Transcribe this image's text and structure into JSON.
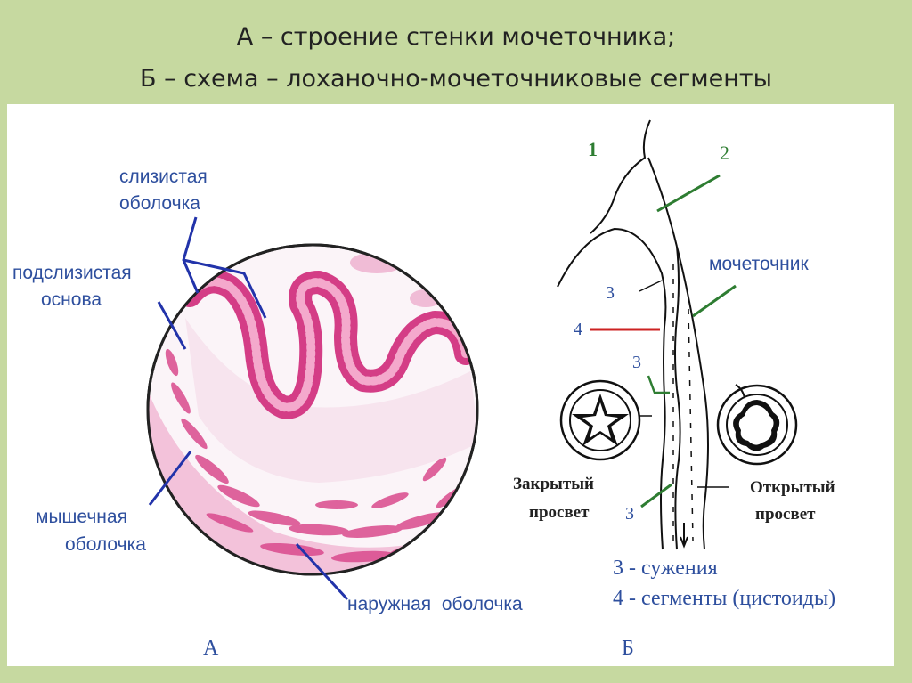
{
  "title": {
    "line1": "А – строение стенки мочеточника;",
    "line2": "Б – схема – лоханочно-мочеточниковые сегменты"
  },
  "panel_a": {
    "label_mucosa_1": "слизистая",
    "label_mucosa_2": "оболочка",
    "label_submucosa_1": "подслизистая",
    "label_submucosa_2": "основа",
    "label_muscular_1": "мышечная",
    "label_muscular_2": "оболочка",
    "label_outer": "наружная  оболочка",
    "letter": "А"
  },
  "panel_b": {
    "num_1": "1",
    "num_2": "2",
    "label_ureter": "мочеточник",
    "num_3a": "3",
    "num_4": "4",
    "num_3b": "3",
    "num_3c": "3",
    "closed_1": "Закрытый",
    "closed_2": "просвет",
    "open_1": "Открытый",
    "open_2": "просвет",
    "legend_3": "3 - сужения",
    "legend_4": "4 - сегменты (цистоиды)",
    "letter": "Б"
  },
  "colors": {
    "background": "#c6d9a0",
    "label_blue": "#2e4f9e",
    "leader_green": "#2e7d32",
    "tissue_pink": "#e0559a",
    "red_marker": "#cc2222"
  }
}
